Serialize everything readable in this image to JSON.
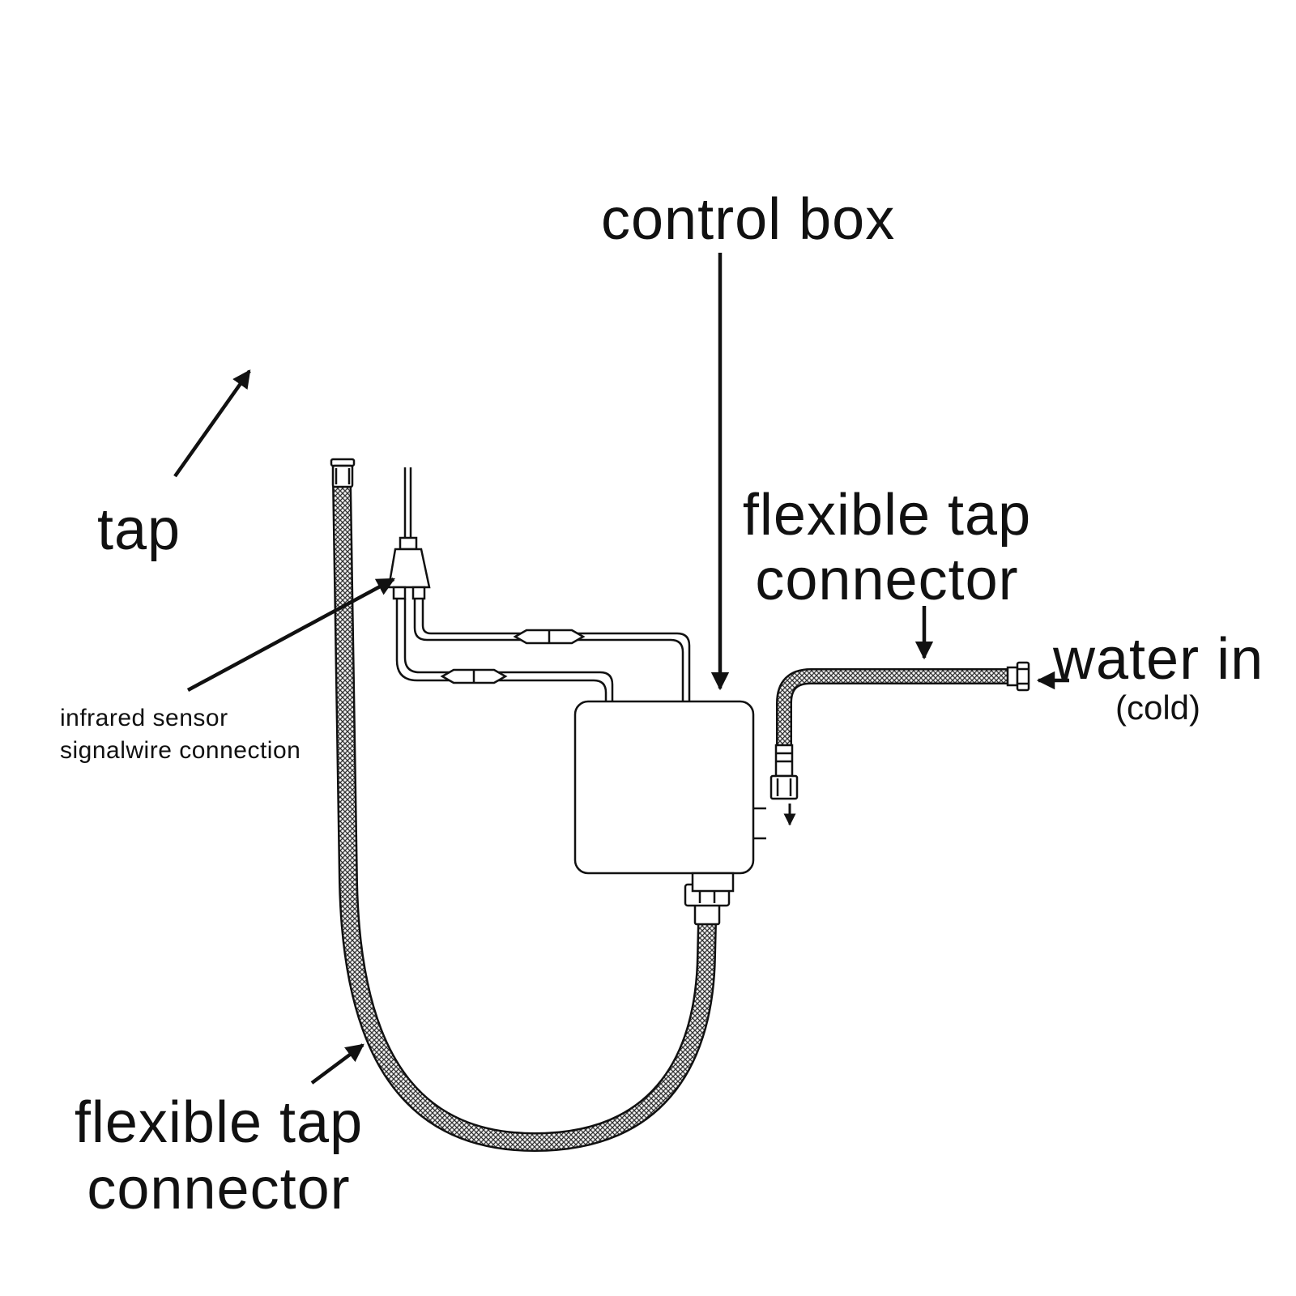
{
  "labels": {
    "control_box": "control  box",
    "tap": "tap",
    "flexible_top_line1": "flexible  tap",
    "flexible_top_line2": "connector",
    "water_in": "water in",
    "water_in_sub": "(cold)",
    "sensor_line1": "infrared  sensor",
    "sensor_line2": "signalwire  connection",
    "flexible_bottom_line1": "flexible  tap",
    "flexible_bottom_line2": "connector"
  },
  "colors": {
    "ink": "#111111",
    "hose_dark": "#333333",
    "hose_light": "#f2f2f2",
    "background": "#ffffff"
  }
}
